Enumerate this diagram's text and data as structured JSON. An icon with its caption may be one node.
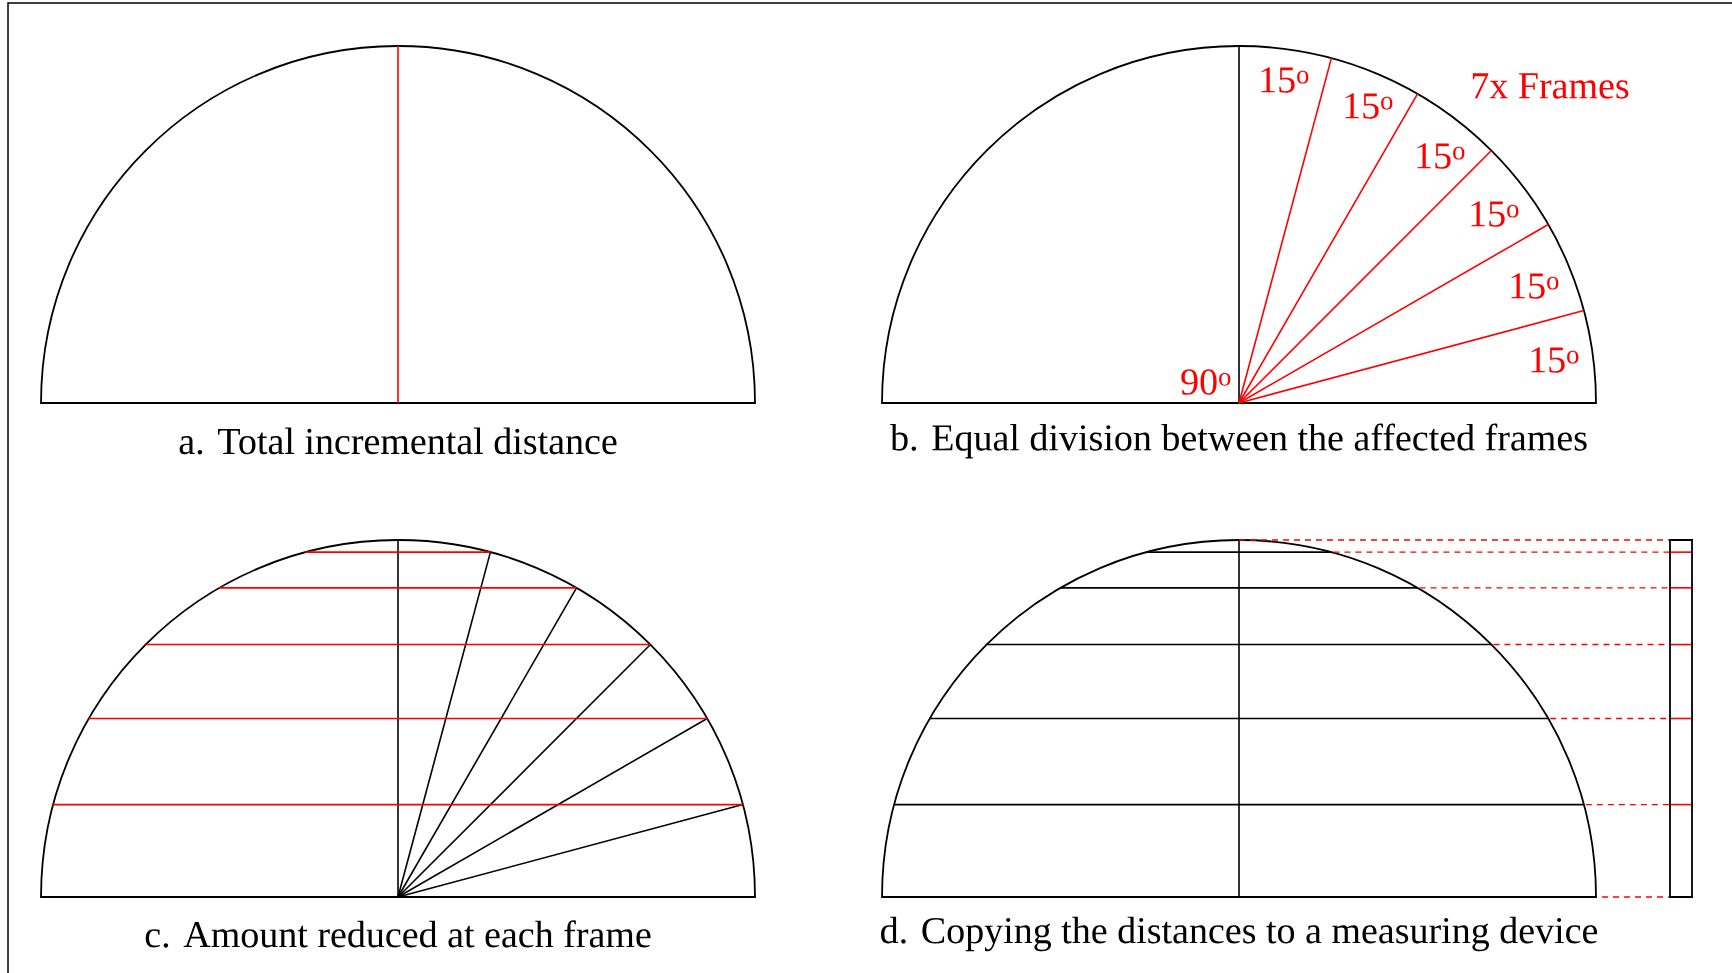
{
  "diagram": {
    "labels": [
      "15$^{o}$",
      "7x Frames",
      "15$^{o}$",
      "15$^{o}$",
      "15$^{o}$",
      "15$^{o}$",
      "15$^{o}$",
      "90$^{o}$",
      "a. Total incremental distance",
      "b. Equal division between the affected frames",
      "c. Amount reduced at each frame",
      "d. Copying the distances to a measuring device"
    ]
  }
}
